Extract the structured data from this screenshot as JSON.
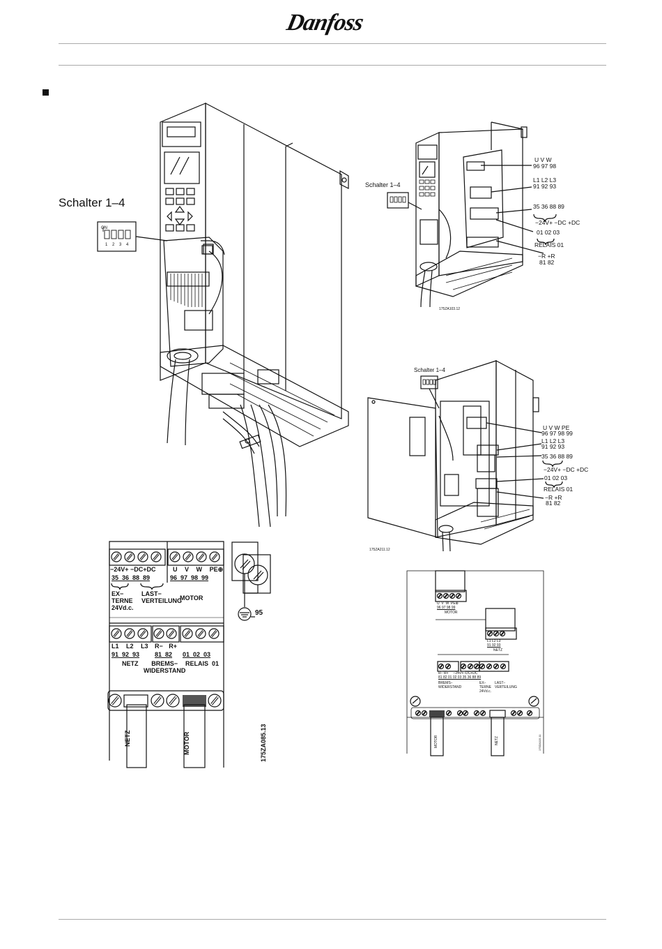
{
  "header": {
    "brand": "Danfoss"
  },
  "fig1": {
    "switch_label": "Schalter  1–4",
    "on": "ON",
    "dip": [
      "1",
      "2",
      "3",
      "4"
    ]
  },
  "fig2": {
    "switch_label": "Schalter  1–4",
    "motor_names": "U   V   W",
    "motor_nums": "96  97  98",
    "mains_names": "L1  L2  L3",
    "mains_nums": "91  92  93",
    "dc_nums": "35    36   88    89",
    "dc_sub": "−24V+     −DC   +DC",
    "relay_nums": "01  02  03",
    "relay_name": "RELAIS  01",
    "brake_names": "−R   +R",
    "brake_nums": "81  82",
    "code": "175ZA103.12"
  },
  "fig3": {
    "switch_label": "Schalter  1–4",
    "motor_names": "U   V   W  PE",
    "motor_nums": "96  97  98  99",
    "mains_names": "L1  L2  L3",
    "mains_nums": "91  92  93",
    "dc_nums": "35    36   88    89",
    "dc_sub": "−24V+     −DC   +DC",
    "relay_nums": "01  02  03",
    "relay_name": "RELAIS  01",
    "brake_names": "−R   +R",
    "brake_nums": "81  82",
    "code": "175ZA211.12"
  },
  "fig4": {
    "top_names": [
      "−24V+",
      "−DC+DC",
      "U",
      "V",
      "W",
      "PE⊕"
    ],
    "top_nums_a": "35  36  88  89",
    "top_nums_b": "96  97  98  99",
    "ext_label": [
      "EX−",
      "TERNE",
      "24Vd.c."
    ],
    "load_label": [
      "LAST−",
      "VERTEILUNG"
    ],
    "motor_label": "MOTOR",
    "bot_names": [
      "L1",
      "L2",
      "L3",
      "R−",
      "R+",
      "RELAIS 01"
    ],
    "bot_nums_a": "91  92  93",
    "bot_nums_b": "81  82",
    "bot_nums_c": "01  02  03",
    "netz": "NETZ",
    "brems": [
      "BREMS−",
      "WIDERSTAND"
    ],
    "relais": "RELAIS  01",
    "ground": "95",
    "cable_netz": "NETZ",
    "cable_motor": "MOTOR",
    "code": "175ZA085.13"
  },
  "fig5": {
    "motor_names": "U  V  W  PE⊕",
    "motor_nums": "96 97 98 99",
    "motor_label": "MOTOR",
    "mains_names": "L1 L2 L3",
    "mains_nums": "91 92 93",
    "mains_label": "NETZ",
    "bot_names": "R− R+     −24V+−DC+DC",
    "bot_nums": "81 82 01 02 03 35 36 88 89",
    "brems": [
      "BREMS−",
      "WIDERSTAND"
    ],
    "ext": [
      "EX−",
      "TERNE",
      "24Vd.c."
    ],
    "load": [
      "LAST−",
      "VERTEILUNG"
    ],
    "cable_motor": "MOTOR",
    "cable_netz": "NETZ",
    "code": "175ZA115.11"
  }
}
